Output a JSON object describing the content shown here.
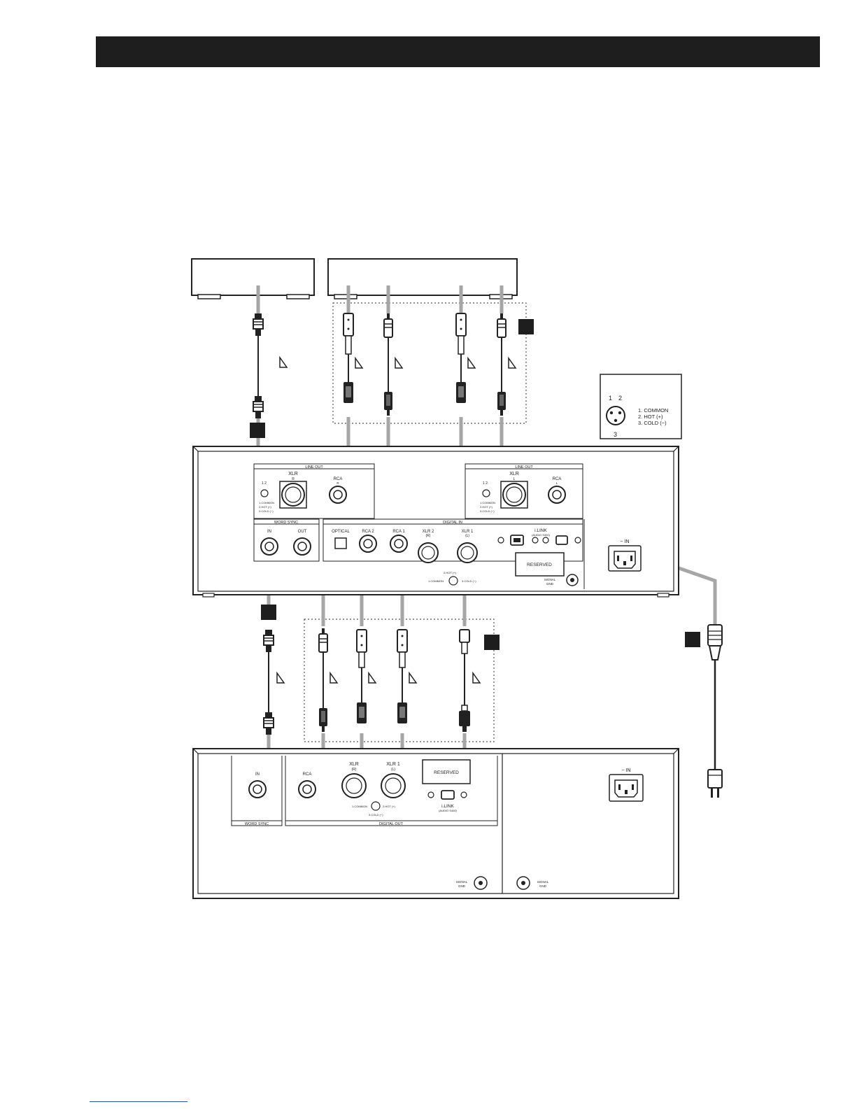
{
  "colors": {
    "header": "#1e1e1e",
    "cable": "#a6a6a6",
    "line": "#222222",
    "badge": "#1e1e1e",
    "link": "#2b4fd0"
  },
  "pin_legend": {
    "pin_numbers": {
      "one": "1",
      "two": "2",
      "three": "3"
    },
    "lines": [
      "1. COMMON",
      "2. HOT (+)",
      "3. COLD (−)"
    ]
  },
  "upper_unit": {
    "line_out_header": "LINE OUT",
    "line_out_r": {
      "xlr_label": "XLR",
      "xlr_sub": "R",
      "rca_label": "RCA",
      "rca_sub": "R",
      "mini_pins": "1  2",
      "mini_lines": [
        "1.COMMON",
        "2.HOT (+)",
        "3.COLD (−)"
      ]
    },
    "line_out_l": {
      "xlr_label": "XLR",
      "xlr_sub": "L",
      "rca_label": "RCA",
      "rca_sub": "L",
      "mini_pins": "1  2",
      "mini_lines": [
        "1.COMMON",
        "2.HOT (+)",
        "3.COLD (−)"
      ]
    },
    "word_sync_header": "WORD SYNC",
    "word_sync_in": "IN",
    "word_sync_out": "OUT",
    "digital_in_header": "DIGITAL IN",
    "optical": "OPTICAL",
    "rca2": "RCA 2",
    "rca1": "RCA 1",
    "xlr2": "XLR 2",
    "xlr2_sub": "(R)",
    "xlr1": "XLR 1",
    "xlr1_sub": "(L)",
    "ilink": "i.LINK",
    "ilink_sub": "(AUDIO S400)",
    "reserved": "RESERVED",
    "xlr_pin_note": "2.HOT (+)",
    "xlr_pin_note2": "1.COMMON",
    "xlr_pin_note3": "3.COLD (−)",
    "signal_gnd": "SIGNAL",
    "signal_gnd2": "GND",
    "ac_in": "~ IN"
  },
  "lower_unit": {
    "word_sync_in": "IN",
    "word_sync_header": "WORD SYNC",
    "rca": "RCA",
    "xlr_r": "XLR",
    "xlr_r_sub": "(R)",
    "xlr1_l": "XLR 1",
    "xlr1_l_sub": "(L)",
    "reserved": "RESERVED",
    "ilink": "i.LINK",
    "ilink_sub": "(AUDIO S400)",
    "pin_note_left": "1.COMMON",
    "pin_note_right": "2.HOT (+)",
    "pin_note_bottom": "3.COLD (−)",
    "digital_out_header": "DIGITAL OUT",
    "signal_gnd": "SIGNAL",
    "signal_gnd2": "GND",
    "ac_in": "~ IN"
  }
}
